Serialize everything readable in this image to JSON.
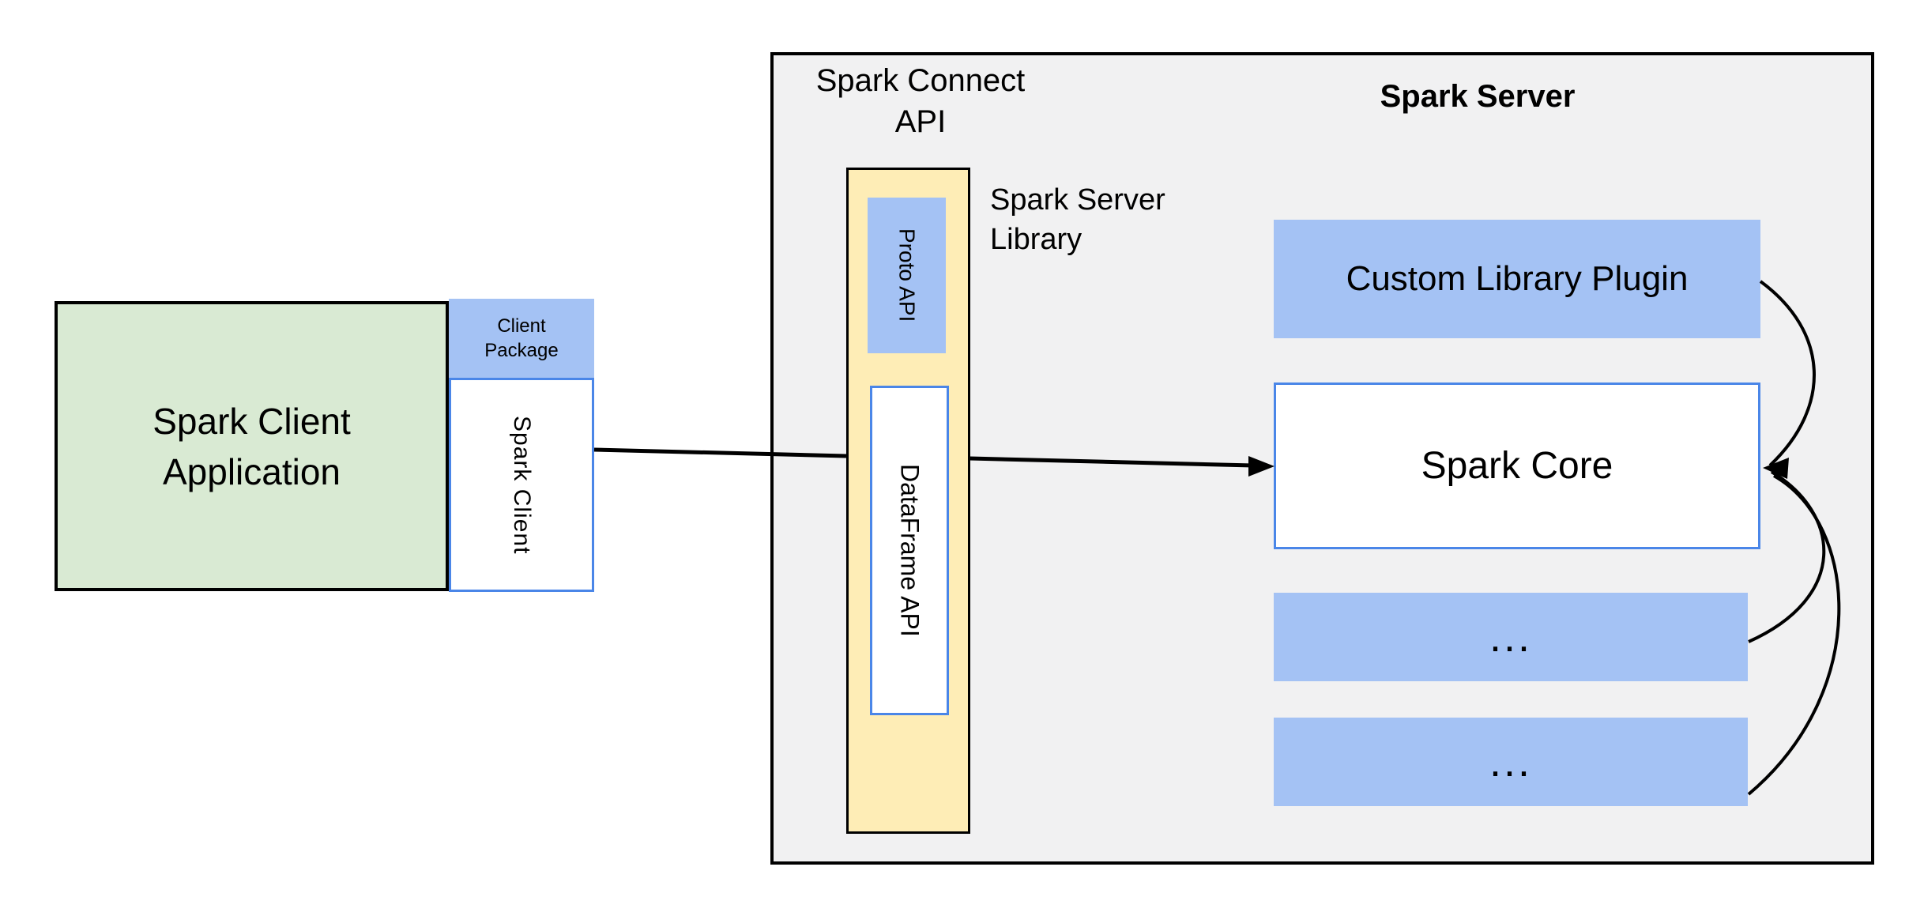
{
  "colors": {
    "c-blue-fill": "#a4c2f4",
    "c-blue-border": "#4a86e8",
    "c-green": "#d9ead3",
    "c-yellow": "#feedb6",
    "c-gray": "#f1f1f2",
    "c-line": "#000000"
  },
  "client_application": {
    "label": "Spark Client\nApplication"
  },
  "client_package": {
    "label": "Client\nPackage"
  },
  "spark_client": {
    "label": "Spark Client"
  },
  "spark_connect_api": {
    "label": "Spark Connect\nAPI"
  },
  "spark_server_library": {
    "label": "Spark Server\nLibrary"
  },
  "proto_api": {
    "label": "Proto API"
  },
  "dataframe_api": {
    "label": "DataFrame API"
  },
  "spark_server": {
    "title": "Spark Server"
  },
  "custom_library_plugin": {
    "label": "Custom Library Plugin"
  },
  "spark_core": {
    "label": "Spark Core"
  },
  "plugin_placeholder_1": {
    "label": "..."
  },
  "plugin_placeholder_2": {
    "label": "..."
  }
}
